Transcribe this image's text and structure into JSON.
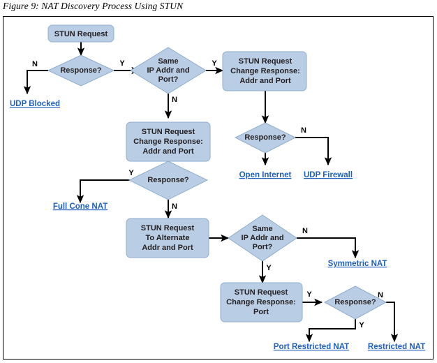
{
  "figure": {
    "title": "Figure 9: NAT Discovery Process Using STUN"
  },
  "nodes": {
    "stun_request": {
      "lines": [
        "STUN Request"
      ]
    },
    "response_1": {
      "lines": [
        "Response?"
      ]
    },
    "same_ip_port_1": {
      "lines": [
        "Same",
        "IP Addr and",
        "Port?"
      ]
    },
    "stun_change_addr_port_right": {
      "lines": [
        "STUN Request",
        "Change Response:",
        "Addr and Port"
      ]
    },
    "response_2": {
      "lines": [
        "Response?"
      ]
    },
    "stun_change_addr_port_mid": {
      "lines": [
        "STUN Request",
        "Change Response:",
        "Addr and Port"
      ]
    },
    "response_3": {
      "lines": [
        "Response?"
      ]
    },
    "stun_alternate_addr_port": {
      "lines": [
        "STUN Request",
        "To Alternate",
        "Addr and Port"
      ]
    },
    "same_ip_port_2": {
      "lines": [
        "Same",
        "IP Addr and",
        "Port?"
      ]
    },
    "stun_change_port": {
      "lines": [
        "STUN Request",
        "Change Response:",
        "Port"
      ]
    },
    "response_4": {
      "lines": [
        "Response?"
      ]
    }
  },
  "terminals": {
    "udp_blocked": "UDP Blocked",
    "open_internet": "Open Internet",
    "udp_firewall": "UDP Firewall",
    "full_cone_nat": "Full Cone NAT",
    "symmetric_nat": "Symmetric NAT",
    "port_restricted_nat": "Port Restricted NAT",
    "restricted_nat": "Restricted NAT"
  },
  "branch_labels": {
    "r1_no": "N",
    "r1_yes": "Y",
    "same1_yes": "Y",
    "same1_no": "N",
    "r2_no": "N",
    "r3_yes": "Y",
    "r3_no": "N",
    "same2_no": "N",
    "same2_yes": "Y",
    "toresp4_yes": "Y",
    "r4_yes": "Y",
    "r4_no": "N"
  },
  "colors": {
    "shape_fill": "#b9cde5",
    "shape_stroke": "#8fadcd",
    "edge": "#000000",
    "link": "#1f5fbf",
    "text": "#231f20",
    "frame": "#000000",
    "background": "#ffffff"
  }
}
